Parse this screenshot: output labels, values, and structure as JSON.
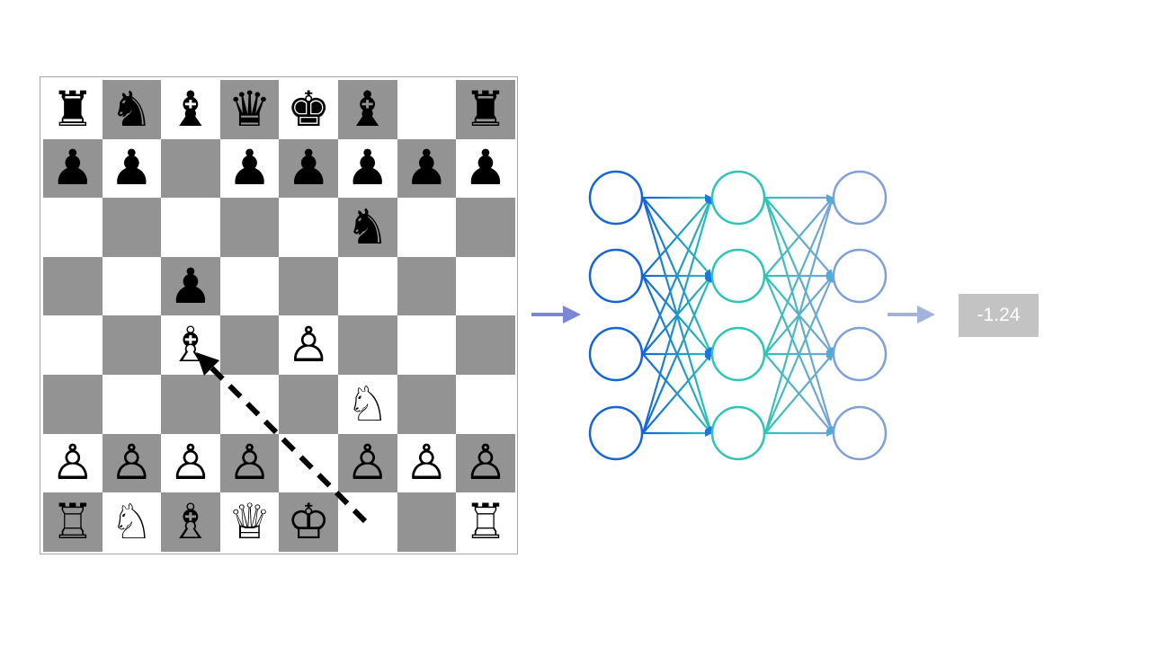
{
  "board": {
    "rows": [
      [
        "♜",
        "♞",
        "♝",
        "♛",
        "♚",
        "♝",
        "",
        "♜"
      ],
      [
        "♟",
        "♟",
        "",
        "♟",
        "♟",
        "♟",
        "♟",
        "♟"
      ],
      [
        "",
        "",
        "",
        "",
        "",
        "♞",
        "",
        ""
      ],
      [
        "",
        "",
        "♟",
        "",
        "",
        "",
        "",
        ""
      ],
      [
        "",
        "",
        "♗",
        "",
        "♙",
        "",
        "",
        ""
      ],
      [
        "",
        "",
        "",
        "",
        "",
        "♘",
        "",
        ""
      ],
      [
        "♙",
        "♙",
        "♙",
        "♙",
        "",
        "♙",
        "♙",
        "♙"
      ],
      [
        "♖",
        "♘",
        "♗",
        "♕",
        "♔",
        "",
        "",
        "♖"
      ]
    ],
    "square_colors": {
      "dark": "#939393",
      "light": "#ffffff"
    }
  },
  "network": {
    "layers": [
      4,
      4,
      4
    ],
    "colors": [
      "#1565d8",
      "#2ec4b6",
      "#7f9fd8"
    ]
  },
  "arrows": {
    "input_color": "#7a86d6",
    "output_color": "#a3b2db"
  },
  "output": {
    "value": "-1.24",
    "background": "#c3c3c3"
  },
  "move_arrow": {
    "from_square": "f1",
    "to_square": "c4"
  }
}
